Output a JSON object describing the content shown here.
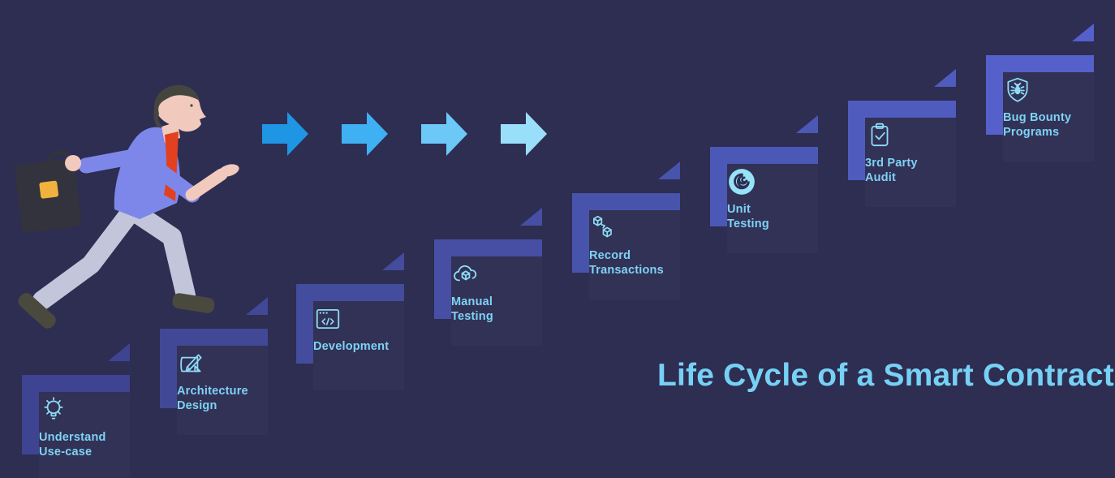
{
  "title": {
    "text": "Life Cycle of a Smart Contract",
    "color": "#76d1f4"
  },
  "colors": {
    "background": "#2e2d52",
    "label": "#7ed3f4",
    "icon_stroke": "#8edcf6",
    "swirl_fill": "#96e2f6"
  },
  "steps": [
    {
      "name": "understand-use-case",
      "icon": "lightbulb-icon",
      "lines": [
        "Understand",
        "Use-case"
      ],
      "color": "#3e4392"
    },
    {
      "name": "architecture-design",
      "icon": "blueprint-icon",
      "lines": [
        "Architecture",
        "Design"
      ],
      "color": "#414896"
    },
    {
      "name": "development",
      "icon": "code-window-icon",
      "lines": [
        "Development"
      ],
      "color": "#434c9d"
    },
    {
      "name": "manual-testing",
      "icon": "cloud-cube-icon",
      "lines": [
        "Manual",
        "Testing"
      ],
      "color": "#464fa4"
    },
    {
      "name": "record-transactions",
      "icon": "linked-cubes-icon",
      "lines": [
        "Record",
        "Transactions"
      ],
      "color": "#4854ac"
    },
    {
      "name": "unit-testing",
      "icon": "swirl-icon",
      "lines": [
        "Unit",
        "Testing"
      ],
      "color": "#4b58b5"
    },
    {
      "name": "3rd-party-audit",
      "icon": "clipboard-check-icon",
      "lines": [
        "3rd Party",
        "Audit"
      ],
      "color": "#4f5cbe"
    },
    {
      "name": "bug-bounty-programs",
      "icon": "shield-bug-icon",
      "lines": [
        "Bug Bounty",
        "Programs"
      ],
      "color": "#5560ca"
    }
  ],
  "arrows": [
    {
      "color": "#1e96e4"
    },
    {
      "color": "#3fb0f2"
    },
    {
      "color": "#6cc8f6"
    },
    {
      "color": "#9adff9"
    }
  ],
  "man": {
    "description": "businessman running up the steps with a briefcase",
    "colors": {
      "shirt": "#7d87e9",
      "skin": "#f2c9bd",
      "tie": "#e2401f",
      "hair": "#45453f",
      "pants": "#c3c5da",
      "shoes": "#4a493e",
      "briefcase": "#33333d",
      "clasp": "#f0b23c"
    }
  }
}
